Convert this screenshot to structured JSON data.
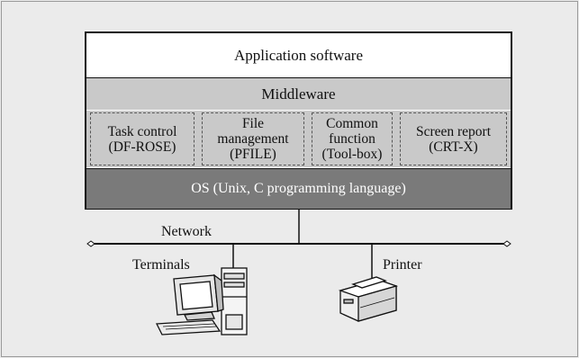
{
  "layers": {
    "application": "Application software",
    "middleware": "Middleware",
    "modules": [
      {
        "line1": "Task control",
        "line2": "(DF-ROSE)",
        "line3": ""
      },
      {
        "line1": "File",
        "line2": "management",
        "line3": "(PFILE)"
      },
      {
        "line1": "Common",
        "line2": "function",
        "line3": "(Tool-box)"
      },
      {
        "line1": "Screen report",
        "line2": "(CRT-X)",
        "line3": ""
      }
    ],
    "os": "OS (Unix, C programming language)"
  },
  "network": {
    "label": "Network",
    "terminals_label": "Terminals",
    "printer_label": "Printer"
  },
  "icons": {
    "terminal": "desktop-computer-icon",
    "printer": "laser-printer-icon"
  },
  "colors": {
    "background": "#ebebeb",
    "middleware": "#c9c9c9",
    "os": "#7a7a7a",
    "line": "#111111"
  }
}
